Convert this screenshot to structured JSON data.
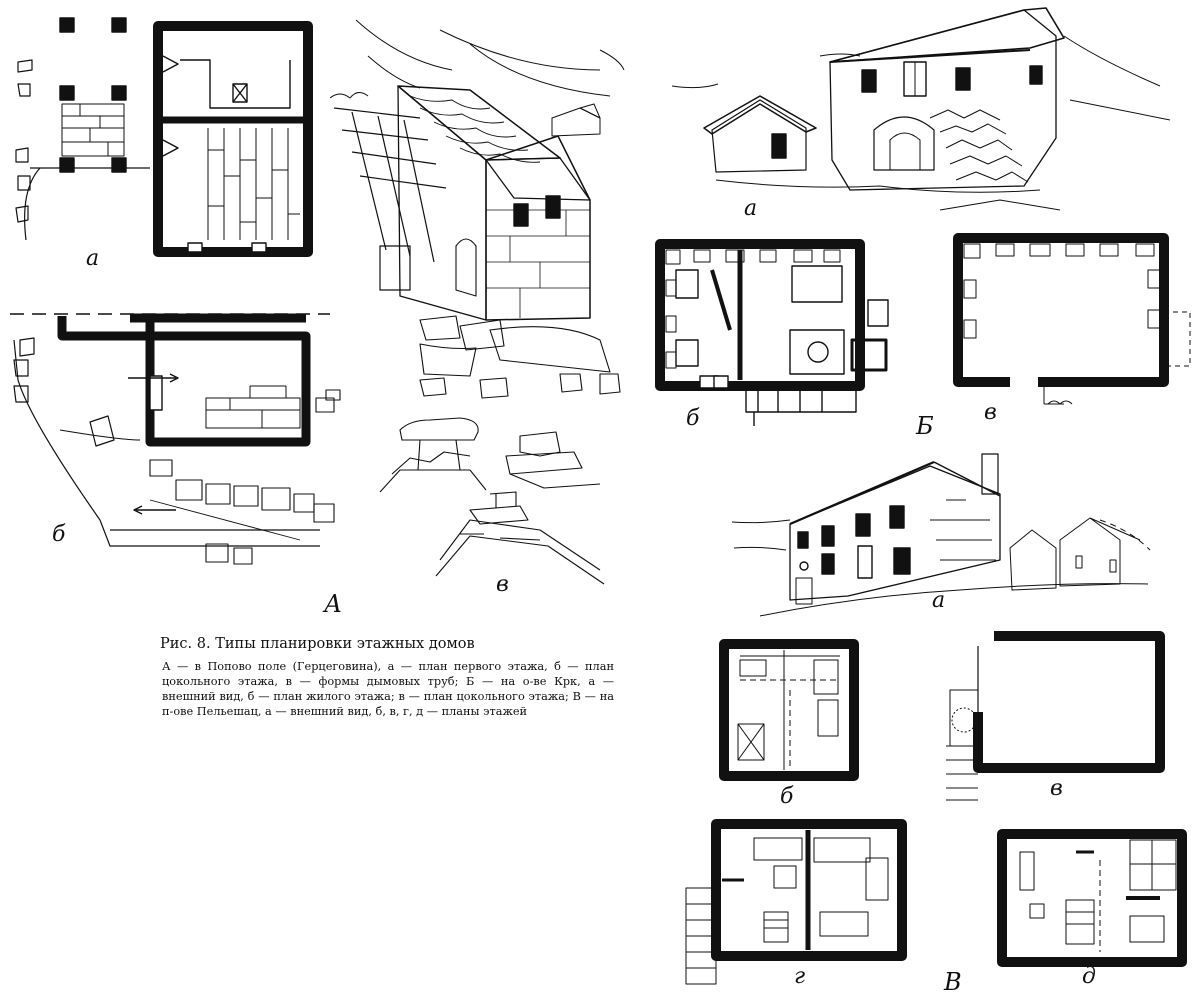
{
  "figure": {
    "title": "Рис. 8. Типы планировки этажных домов",
    "caption": "А — в Попово поле (Герцеговина), а — план первого этажа, б — план цокольного этажа, в — формы дымовых труб; Б — на о-ве Крк, а — внешний вид, б — план жилого этажа; в — план цокольного этажа; В — на п-ове Пельешац, а — внешний вид, б, в, г, д — планы этажей"
  },
  "group_A": {
    "label": "А",
    "plan_first_floor_label": "а",
    "plan_basement_label": "б",
    "chimneys_label": "в"
  },
  "group_B": {
    "label": "Б",
    "exterior_label": "а",
    "living_floor_label": "б",
    "basement_label": "в"
  },
  "group_V": {
    "label": "В",
    "exterior_label": "а",
    "plan_b_label": "б",
    "plan_v_label": "в",
    "plan_g_label": "г",
    "plan_d_label": "д"
  }
}
